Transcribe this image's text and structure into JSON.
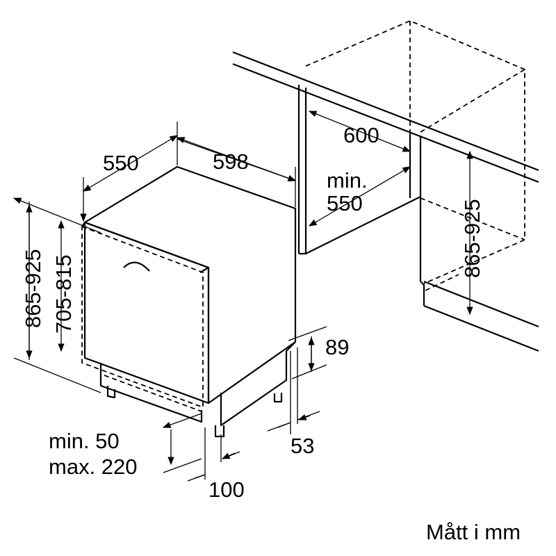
{
  "dimensions": {
    "depth": "550",
    "width": "598",
    "niche_width": "600",
    "niche_depth_label": "min.",
    "niche_depth_value": "550",
    "height_left": "865-925",
    "door_height": "705-815",
    "niche_height": "865-925",
    "plinth_height": "89",
    "plinth_recess": "53",
    "foot_min": "min. 50",
    "foot_max": "max. 220",
    "foot_offset": "100"
  },
  "caption": "Mått i mm"
}
